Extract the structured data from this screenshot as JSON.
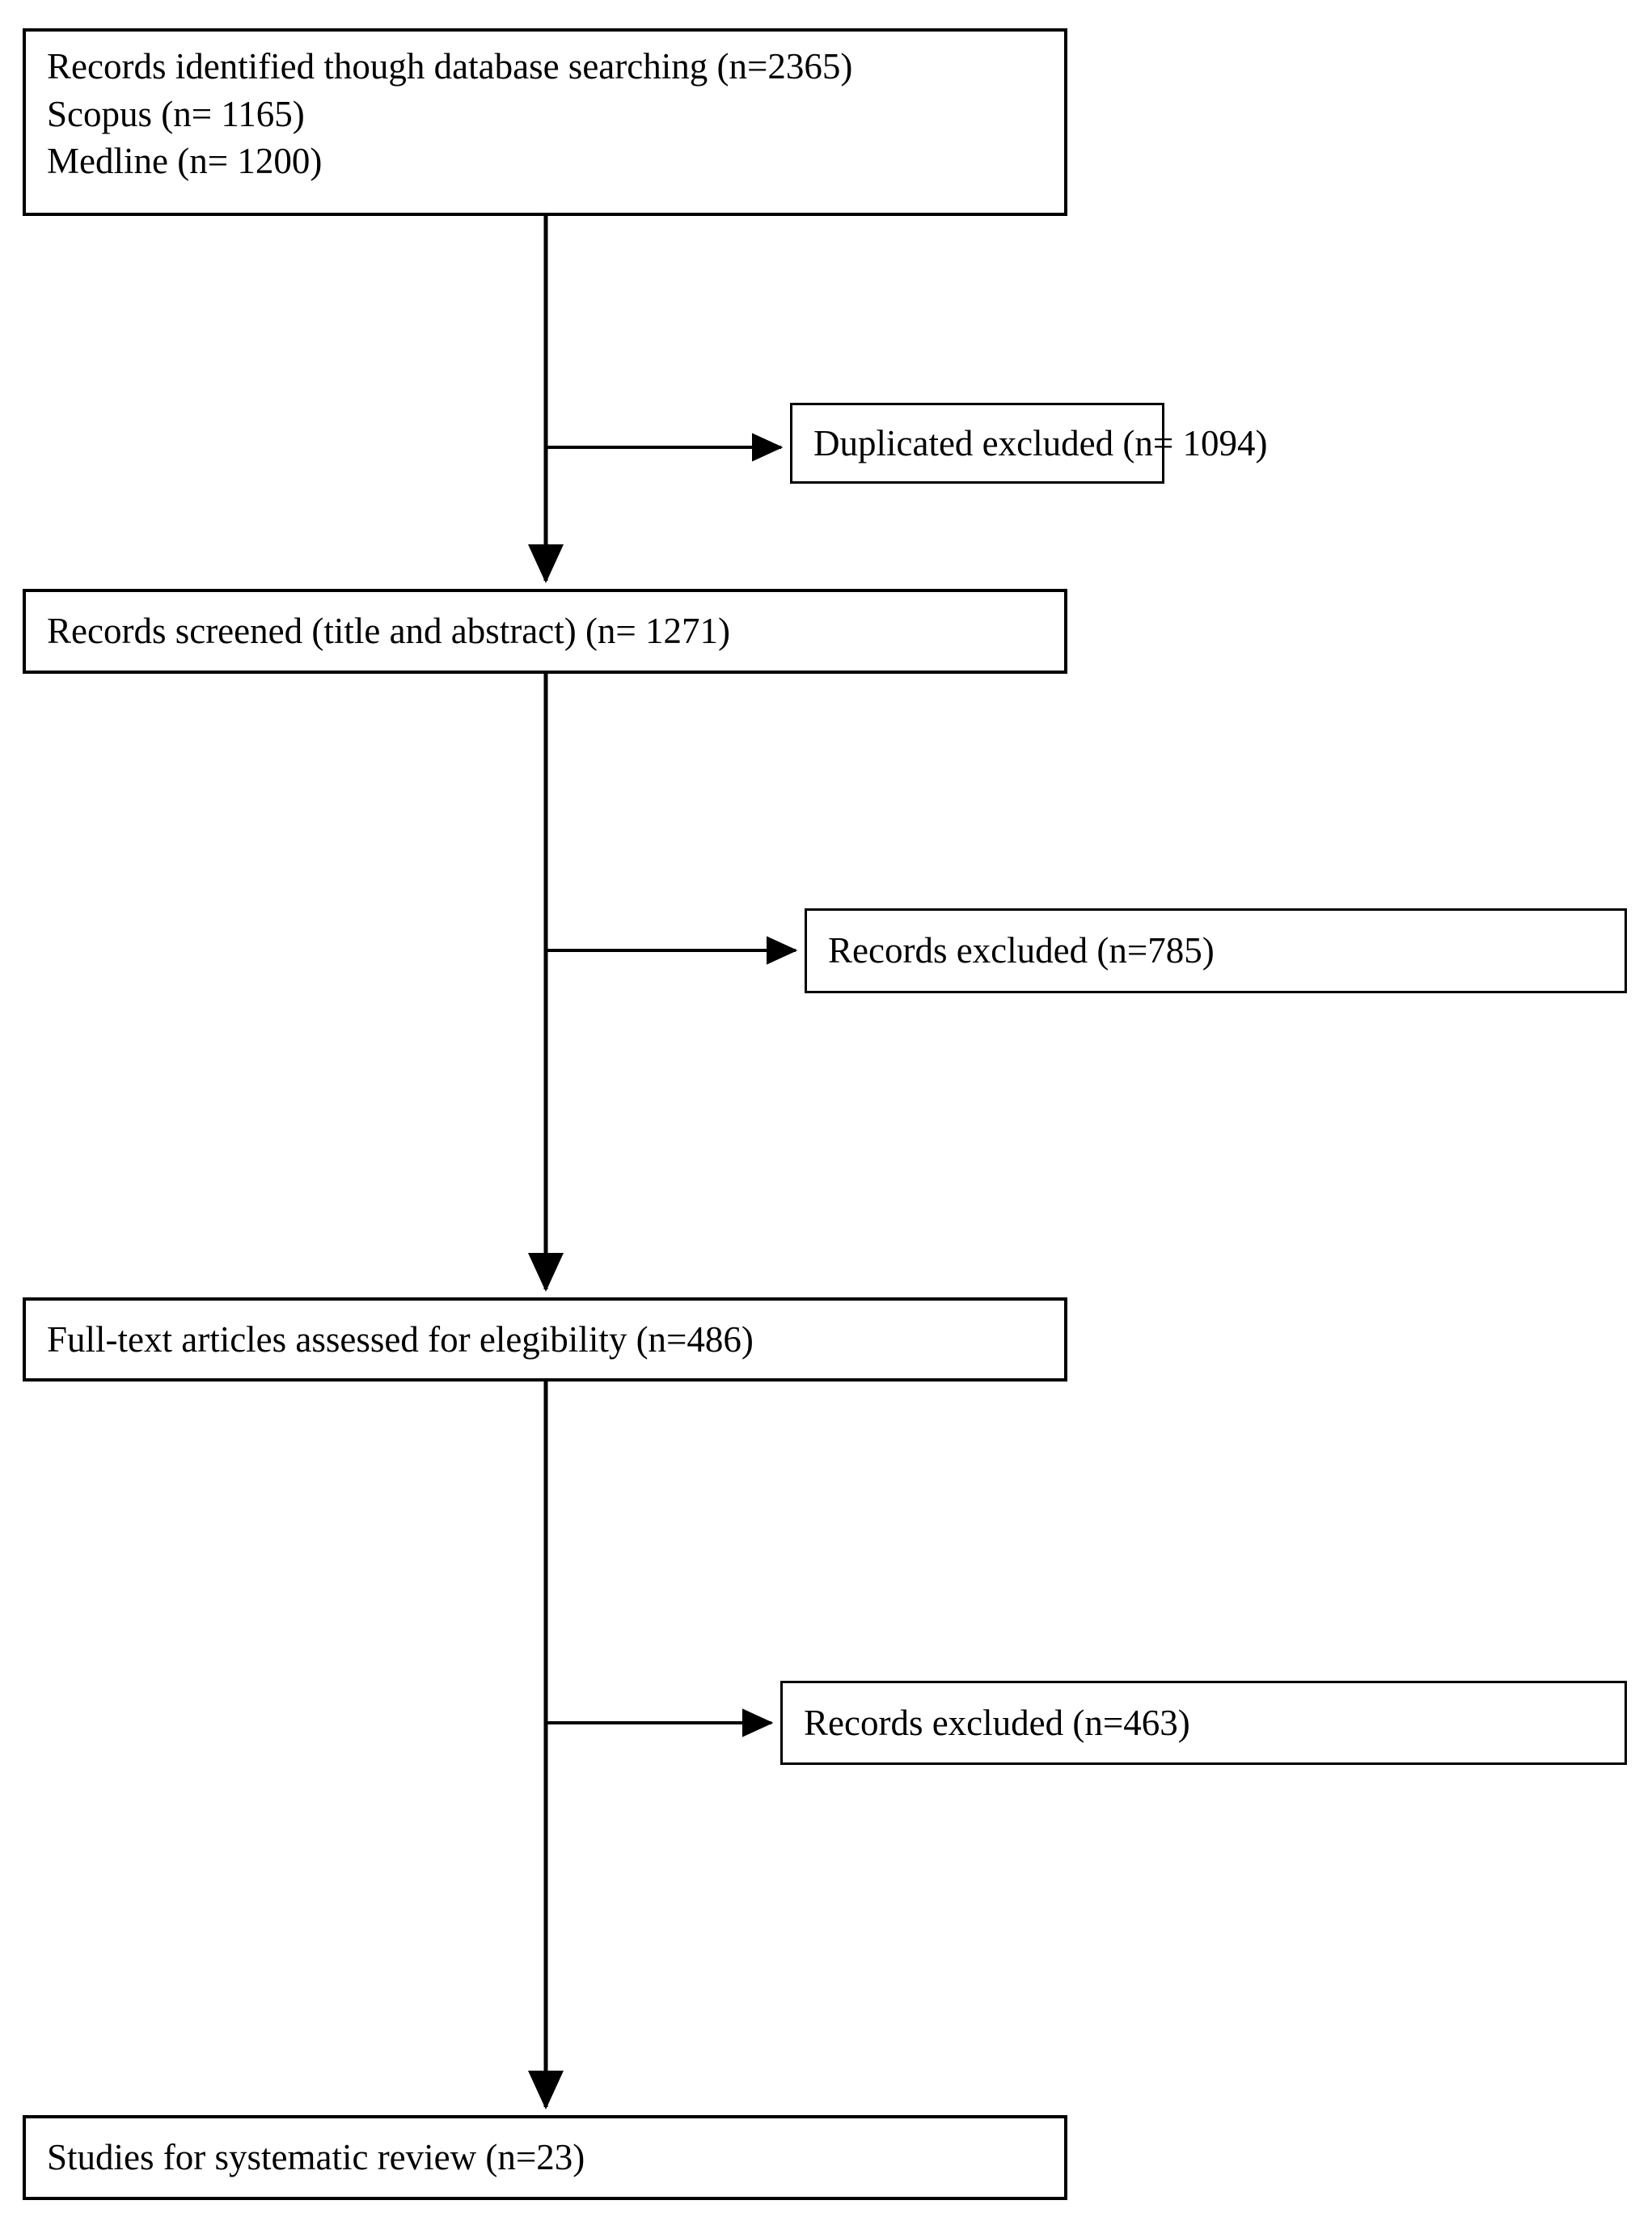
{
  "diagram": {
    "title": "PRISMA study selection flow diagram",
    "type": "flowchart",
    "stroke_color": "#000000",
    "background_color": "#ffffff"
  },
  "nodes": {
    "identification": {
      "name": "records-identified",
      "lines": [
        "Records identified though database searching (n=2365)",
        "Scopus (n= 1165)",
        "Medline (n= 1200)"
      ]
    },
    "duplicates_excluded": {
      "name": "duplicated-excluded",
      "label": "Duplicated excluded (n= 1094)"
    },
    "screened": {
      "name": "records-screened",
      "label": "Records screened (title and abstract) (n= 1271)"
    },
    "records_excluded_screening": {
      "name": "records-excluded-screening",
      "label": "Records excluded (n=785)"
    },
    "fulltext_assessed": {
      "name": "fulltext-assessed",
      "label": "Full-text articles assessed for elegibility (n=486)"
    },
    "records_excluded_fulltext": {
      "name": "records-excluded-fulltext",
      "label": "Records excluded (n=463)"
    },
    "included": {
      "name": "studies-included",
      "label": "Studies for systematic review (n=23)"
    }
  },
  "chart_data": {
    "type": "flow",
    "title": "PRISMA study selection flow diagram",
    "stages": [
      {
        "stage": "Records identified though database searching",
        "n": 2365
      },
      {
        "stage": "Scopus",
        "n": 1165
      },
      {
        "stage": "Medline",
        "n": 1200
      },
      {
        "stage": "Duplicated excluded",
        "n": 1094
      },
      {
        "stage": "Records screened (title and abstract)",
        "n": 1271
      },
      {
        "stage": "Records excluded",
        "n": 785
      },
      {
        "stage": "Full-text articles assessed for elegibility",
        "n": 486
      },
      {
        "stage": "Records excluded",
        "n": 463
      },
      {
        "stage": "Studies for systematic review",
        "n": 23
      }
    ]
  }
}
